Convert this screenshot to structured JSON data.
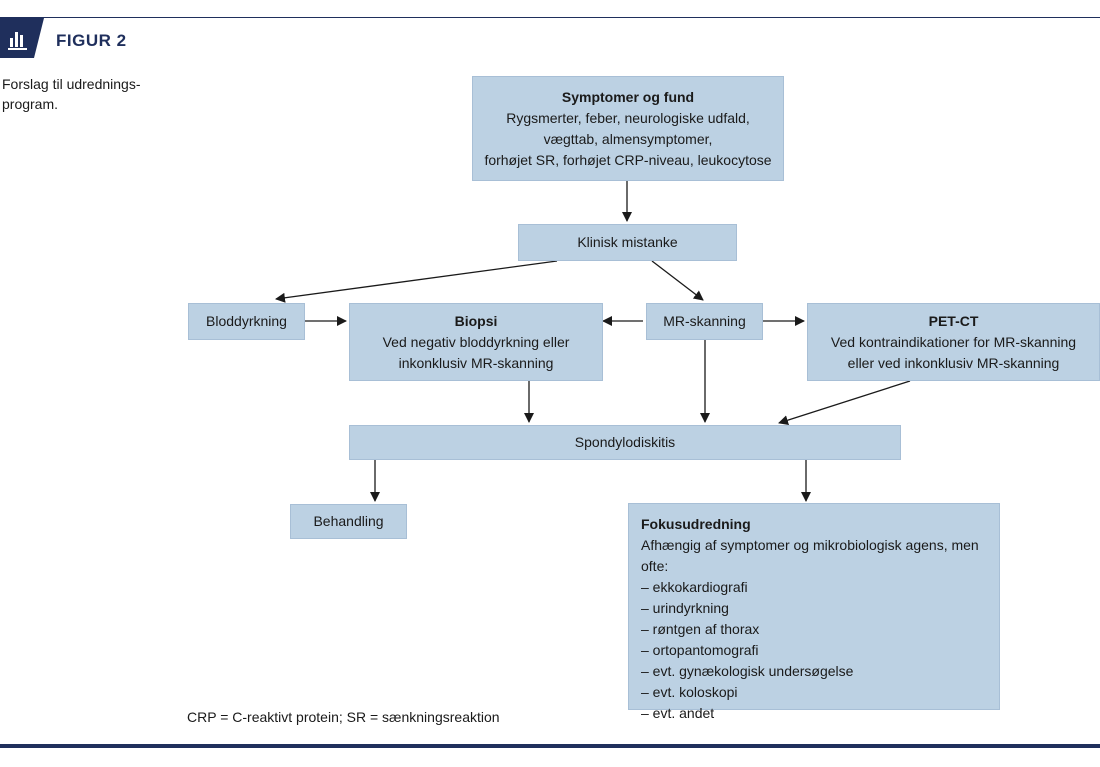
{
  "figure": {
    "label": "FIGUR 2",
    "caption": "Forslag til udrednings-\nprogram."
  },
  "nodes": {
    "symptomer": {
      "title": "Symptomer og fund",
      "lines": [
        "Rygsmerter, feber, neurologiske udfald,",
        "vægttab, almensymptomer,",
        "forhøjet SR, forhøjet CRP-niveau, leukocytose"
      ]
    },
    "klinisk": {
      "label": "Klinisk mistanke"
    },
    "bloddyrkning": {
      "label": "Bloddyrkning"
    },
    "biopsi": {
      "title": "Biopsi",
      "lines": [
        "Ved negativ bloddyrkning eller",
        "inkonklusiv MR-skanning"
      ]
    },
    "mr": {
      "label": "MR-skanning"
    },
    "petct": {
      "title": "PET-CT",
      "lines": [
        "Ved kontraindikationer for MR-skanning",
        "eller ved inkonklusiv MR-skanning"
      ]
    },
    "spondylo": {
      "label": "Spondylodiskitis"
    },
    "behandling": {
      "label": "Behandling"
    },
    "fokus": {
      "title": "Fokusudredning",
      "lines": [
        "Afhængig af symptomer og mikrobiologisk agens, men ofte:",
        "– ekkokardiografi",
        "– urindyrkning",
        "– røntgen af thorax",
        "– ortopantomografi",
        "– evt. gynækologisk undersøgelse",
        "– evt. koloskopi",
        "– evt. andet"
      ]
    }
  },
  "footnote": "CRP =  C-reaktivt protein; SR = sænkningsreaktion",
  "colors": {
    "box_fill": "#bcd1e3",
    "accent": "#1f2f5c",
    "arrow": "#1a1a1a"
  }
}
